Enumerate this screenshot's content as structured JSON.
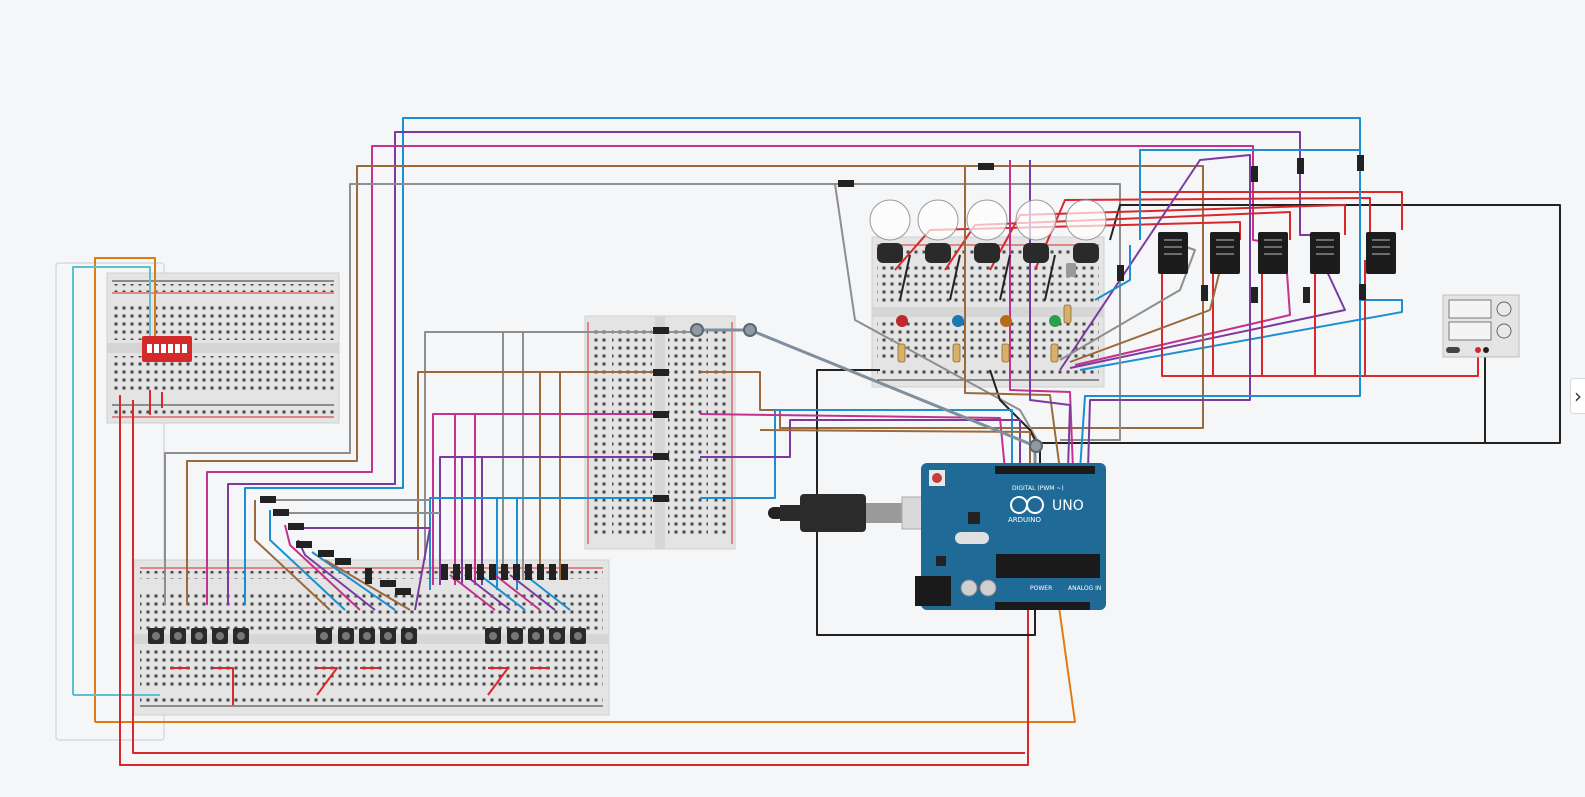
{
  "board": {
    "brand_label": "ARDUINO",
    "model_label": "UNO",
    "digital_label": "DIGITAL (PWM ~)",
    "power_label": "POWER",
    "analog_label": "ANALOG IN",
    "color": "#1f6a97"
  },
  "relays": {
    "count": 5,
    "color": "#1c1c1c"
  },
  "wire_colors": {
    "red": "#d8282b",
    "blue": "#1b8fd2",
    "purple": "#7b3aa0",
    "magenta": "#c3328e",
    "brown": "#9a6a3e",
    "gray": "#8e8e8e",
    "black": "#222222",
    "orange": "#e07b12",
    "cyan": "#5bc0cf"
  },
  "leds": [
    "#c0282b",
    "#1b78b0",
    "#b56c14",
    "#2aa04a"
  ],
  "sidebar": {
    "toggle_icon": "›"
  }
}
